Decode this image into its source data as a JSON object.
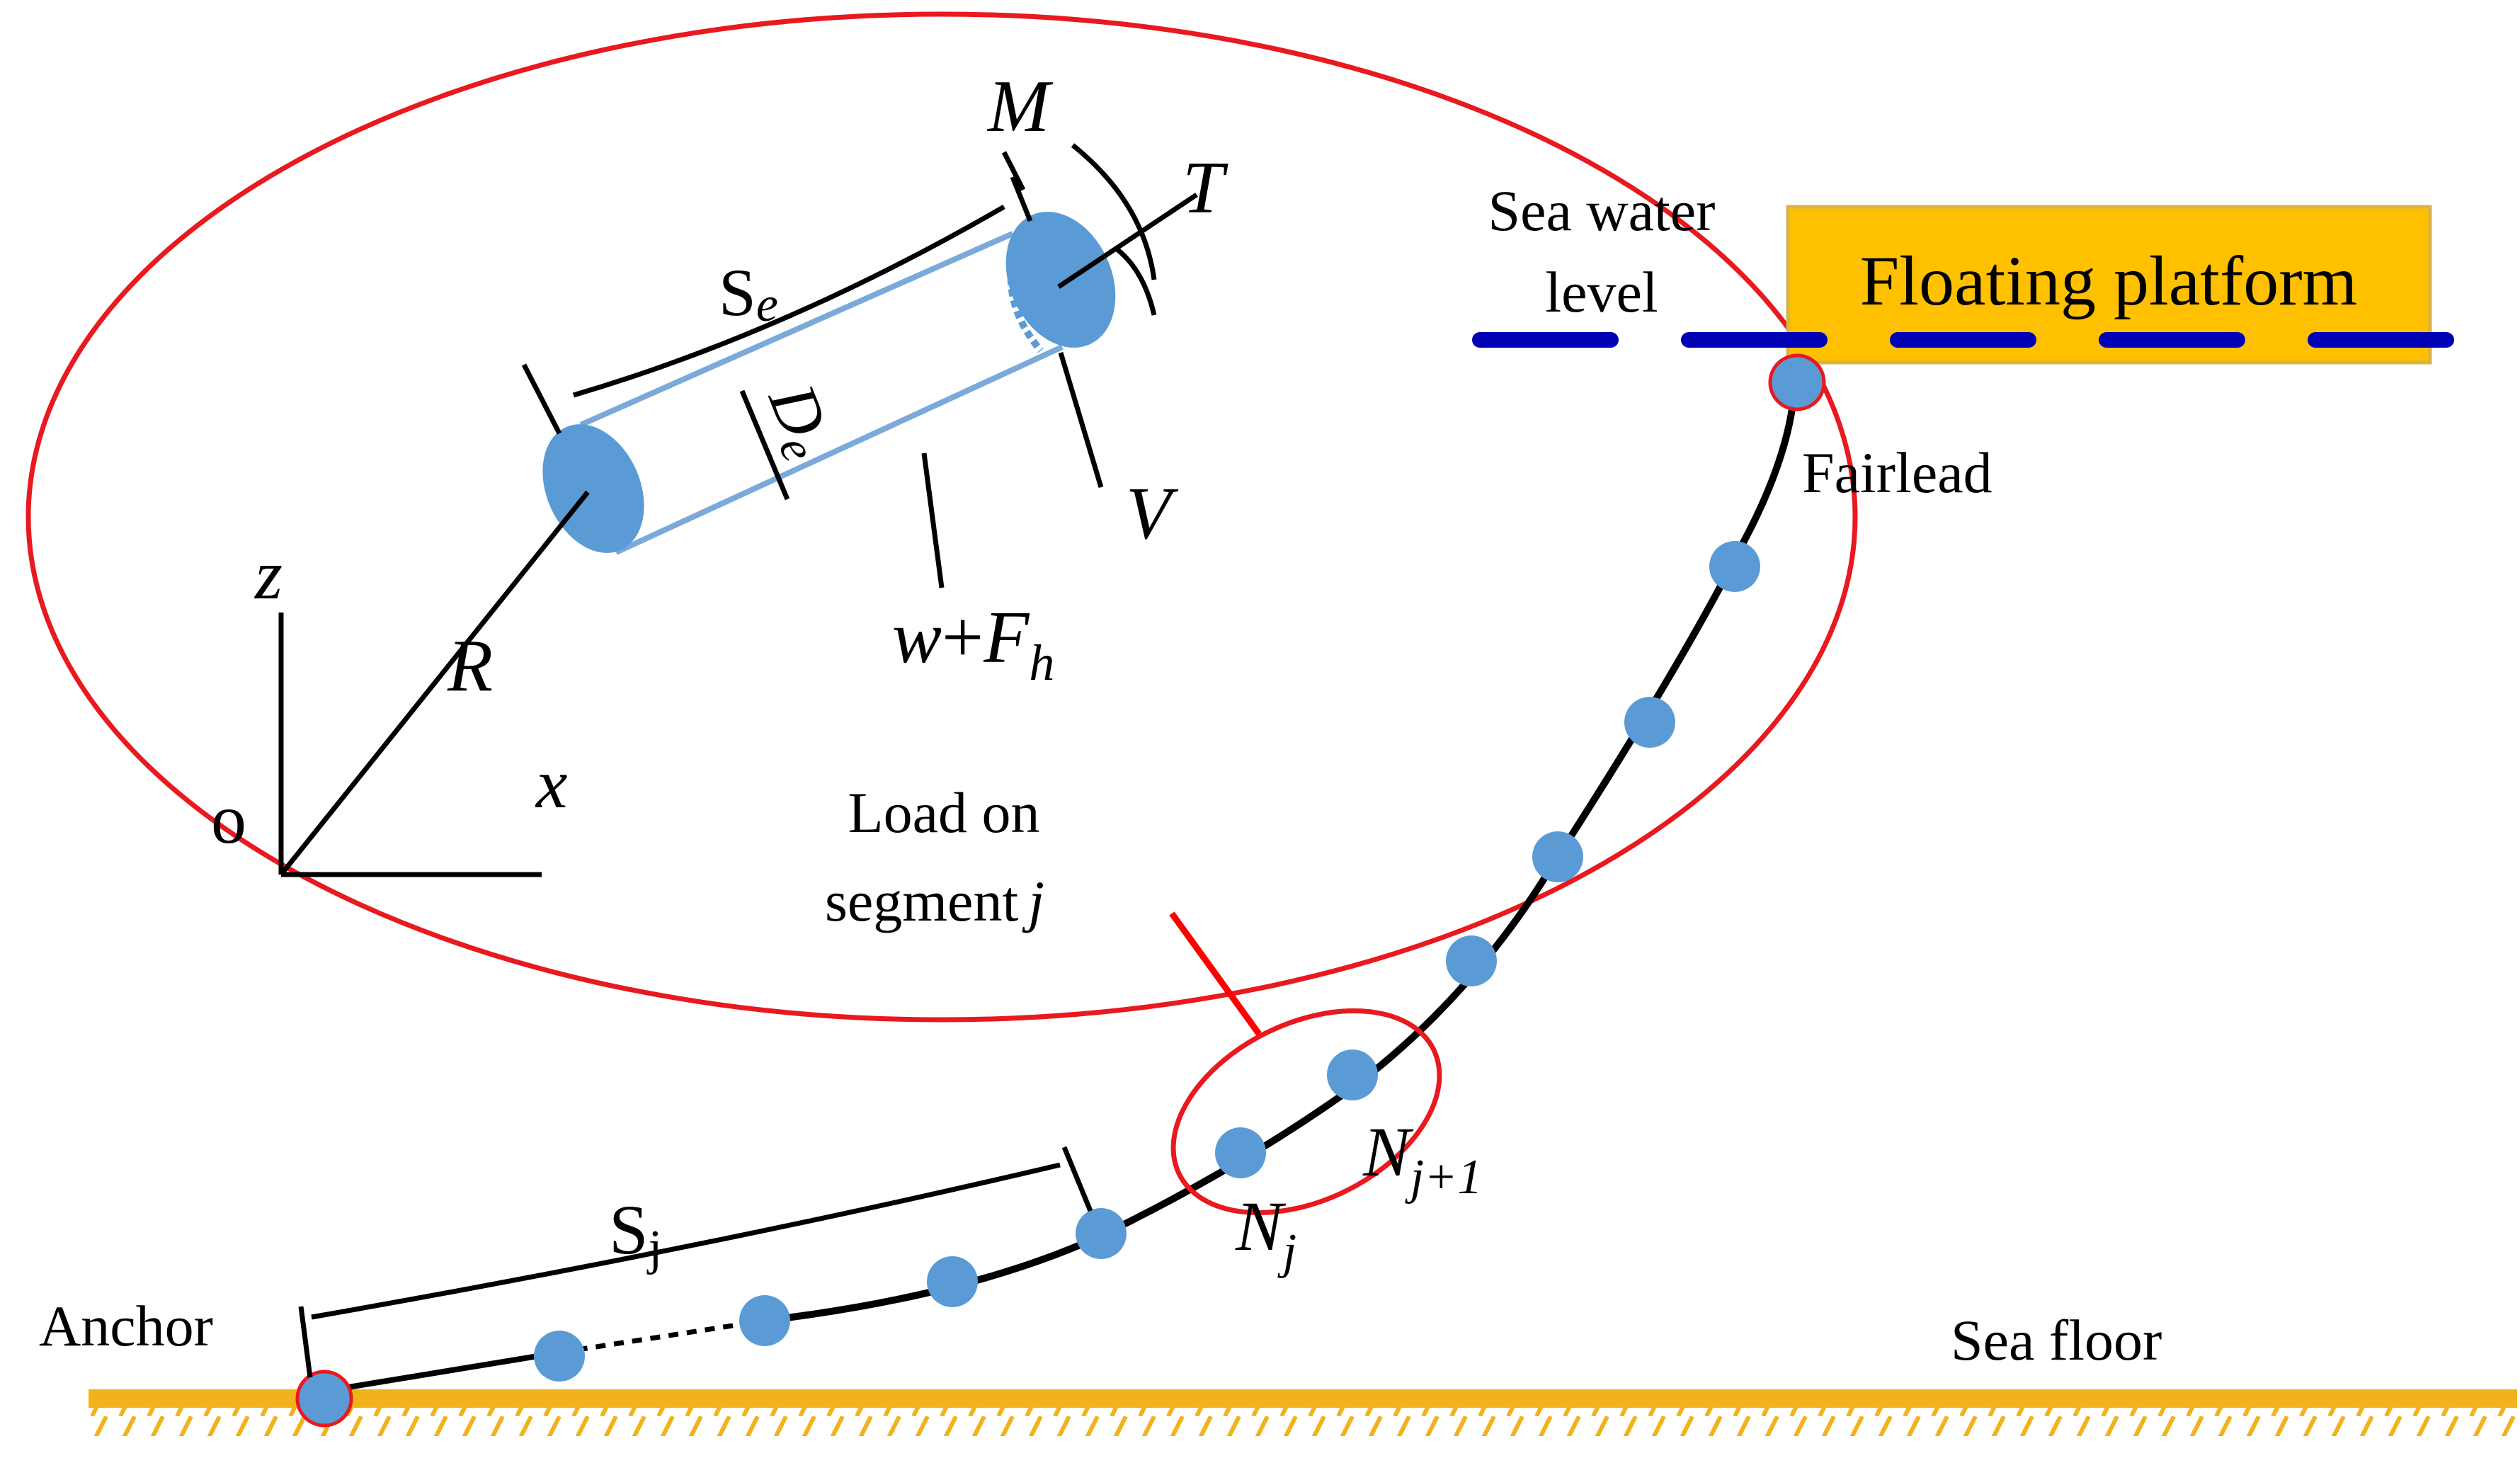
{
  "labels": {
    "M": "M",
    "T": "T",
    "V": "V",
    "Se_main": "S",
    "Se_sub": "e",
    "De_main": "D",
    "De_sub": "e",
    "w": "w",
    "plus": "+",
    "F": "F",
    "h": "h",
    "z": "z",
    "R": "R",
    "o": "o",
    "x": "x",
    "load_line1": "Load on",
    "load_line2": "segment",
    "load_j": "j",
    "sea_water_line1": "Sea water",
    "sea_water_line2": "level",
    "floating_platform": "Floating platform",
    "fairlead": "Fairlead",
    "Sj_main": "S",
    "Sj_sub": "j",
    "anchor": "Anchor",
    "Nj_main": "N",
    "Nj_sub": "j",
    "Nj1_main": "N",
    "Nj1_sub": "j+1",
    "sea_floor": "Sea floor"
  },
  "colors": {
    "outline_red": "#e8191f",
    "node_blue": "#5b9bd5",
    "pipe_blue": "#7aa9da",
    "water_blue": "#0000b4",
    "platform_fill": "#ffc000",
    "platform_border": "#d9b24a",
    "floor_yellow": "#f2b21c"
  }
}
